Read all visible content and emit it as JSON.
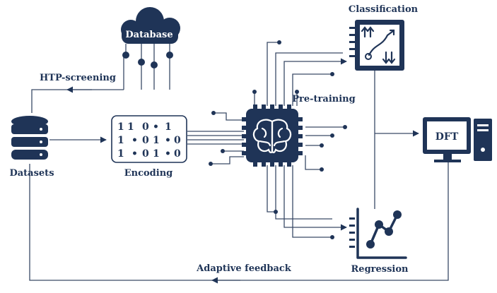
{
  "colors": {
    "primary": "#1f3457",
    "line": "#3a4a66",
    "background": "#ffffff"
  },
  "labels": {
    "database": "Database",
    "htp_screening": "HTP-screening",
    "datasets": "Datasets",
    "encoding": "Encoding",
    "pre_training": "Pre-training",
    "classification": "Classification",
    "dft": "DFT",
    "regression": "Regression",
    "adaptive_feedback": "Adaptive feedback"
  },
  "encoding_grid": [
    [
      "1",
      "1",
      "0",
      "•",
      "1"
    ],
    [
      "1",
      "•",
      "0",
      "1",
      "•",
      "0"
    ],
    [
      "1",
      "•",
      "0",
      "1",
      "•",
      "0"
    ]
  ],
  "icons": {
    "database_cloud": "cloud-database-icon",
    "datasets": "database-stack-icon",
    "chip": "brain-chip-icon",
    "classification": "classification-chart-icon",
    "dft": "computer-icon",
    "regression": "regression-chart-icon"
  }
}
